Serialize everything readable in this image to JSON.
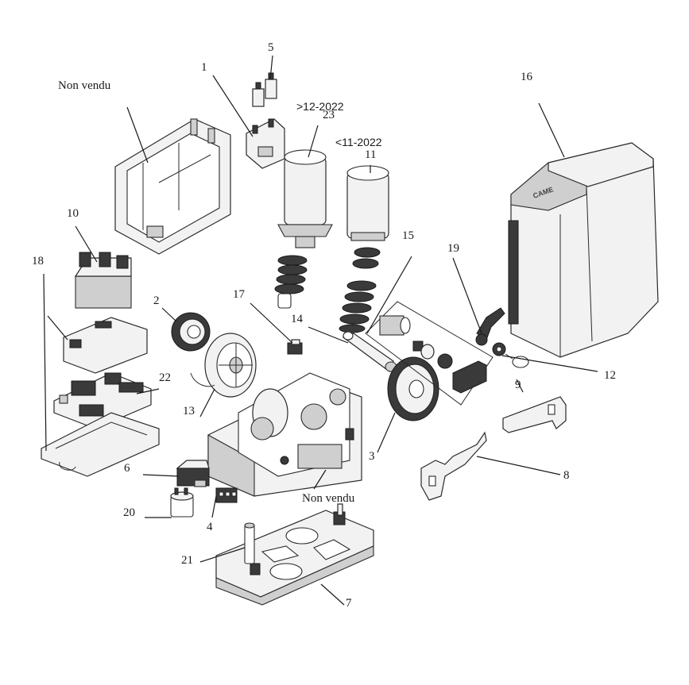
{
  "labels": {
    "p1": "1",
    "p2": "2",
    "p3": "3",
    "p4": "4",
    "p5": "5",
    "p6": "6",
    "p7": "7",
    "p8": "8",
    "p9": "9",
    "p10": "10",
    "p11": "11",
    "p12": "12",
    "p13": "13",
    "p14": "14",
    "p15": "15",
    "p16": "16",
    "p17": "17",
    "p18": "18",
    "p19": "19",
    "p20": "20",
    "p21": "21",
    "p22": "22",
    "p23": "23",
    "non_vendu_top": "Non vendu",
    "non_vendu_bottom": "Non vendu",
    "version_new": ">12-2022",
    "version_old": "<11-2022"
  },
  "brand_mark": "CAME"
}
